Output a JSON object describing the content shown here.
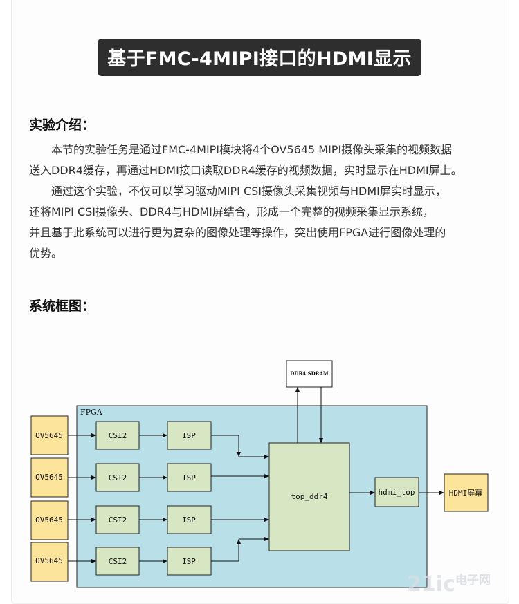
{
  "title": "基于FMC-4MIPI接口的HDMI显示",
  "intro": {
    "heading": "实验介绍：",
    "p1_l1": "本节的实验任务是通过FMC-4MIPI模块将4个OV5645 MIPI摄像头采集的视频数据",
    "p1_l2": "送入DDR4缓存，再通过HDMI接口读取DDR4缓存的视频数据，实时显示在HDMI屏上。",
    "p2_l1": "通过这个实验，不仅可以学习驱动MIPI CSI摄像头采集视频与HDMI屏实时显示，",
    "p2_l2": "还将MIPI CSI摄像头、DDR4与HDMI屏结合，形成一个完整的视频采集显示系统，",
    "p2_l3": "并且基于此系统可以进行更为复杂的图像处理等操作，突出使用FPGA进行图像处理的",
    "p2_l4": "优势。"
  },
  "diagram_section": {
    "heading": "系统框图："
  },
  "diagram": {
    "fpga_label": "FPGA",
    "ddr_label": "DDR4 SDRAM",
    "cameras": [
      "OV5645",
      "OV5645",
      "OV5645",
      "OV5645"
    ],
    "csi": [
      "CSI2",
      "CSI2",
      "CSI2",
      "CSI2"
    ],
    "isp": [
      "ISP",
      "ISP",
      "ISP",
      "ISP"
    ],
    "top_ddr4": "top_ddr4",
    "hdmi_top": "hdmi_top",
    "hdmi_screen": "HDMI屏幕",
    "colors": {
      "fpga_fill": "#b9dfe8",
      "camera_fill": "#fde49b",
      "module_fill": "#d7e6c3",
      "border": "#222222"
    }
  },
  "watermark": {
    "text_a": "21ic",
    "text_b": "电子网"
  }
}
